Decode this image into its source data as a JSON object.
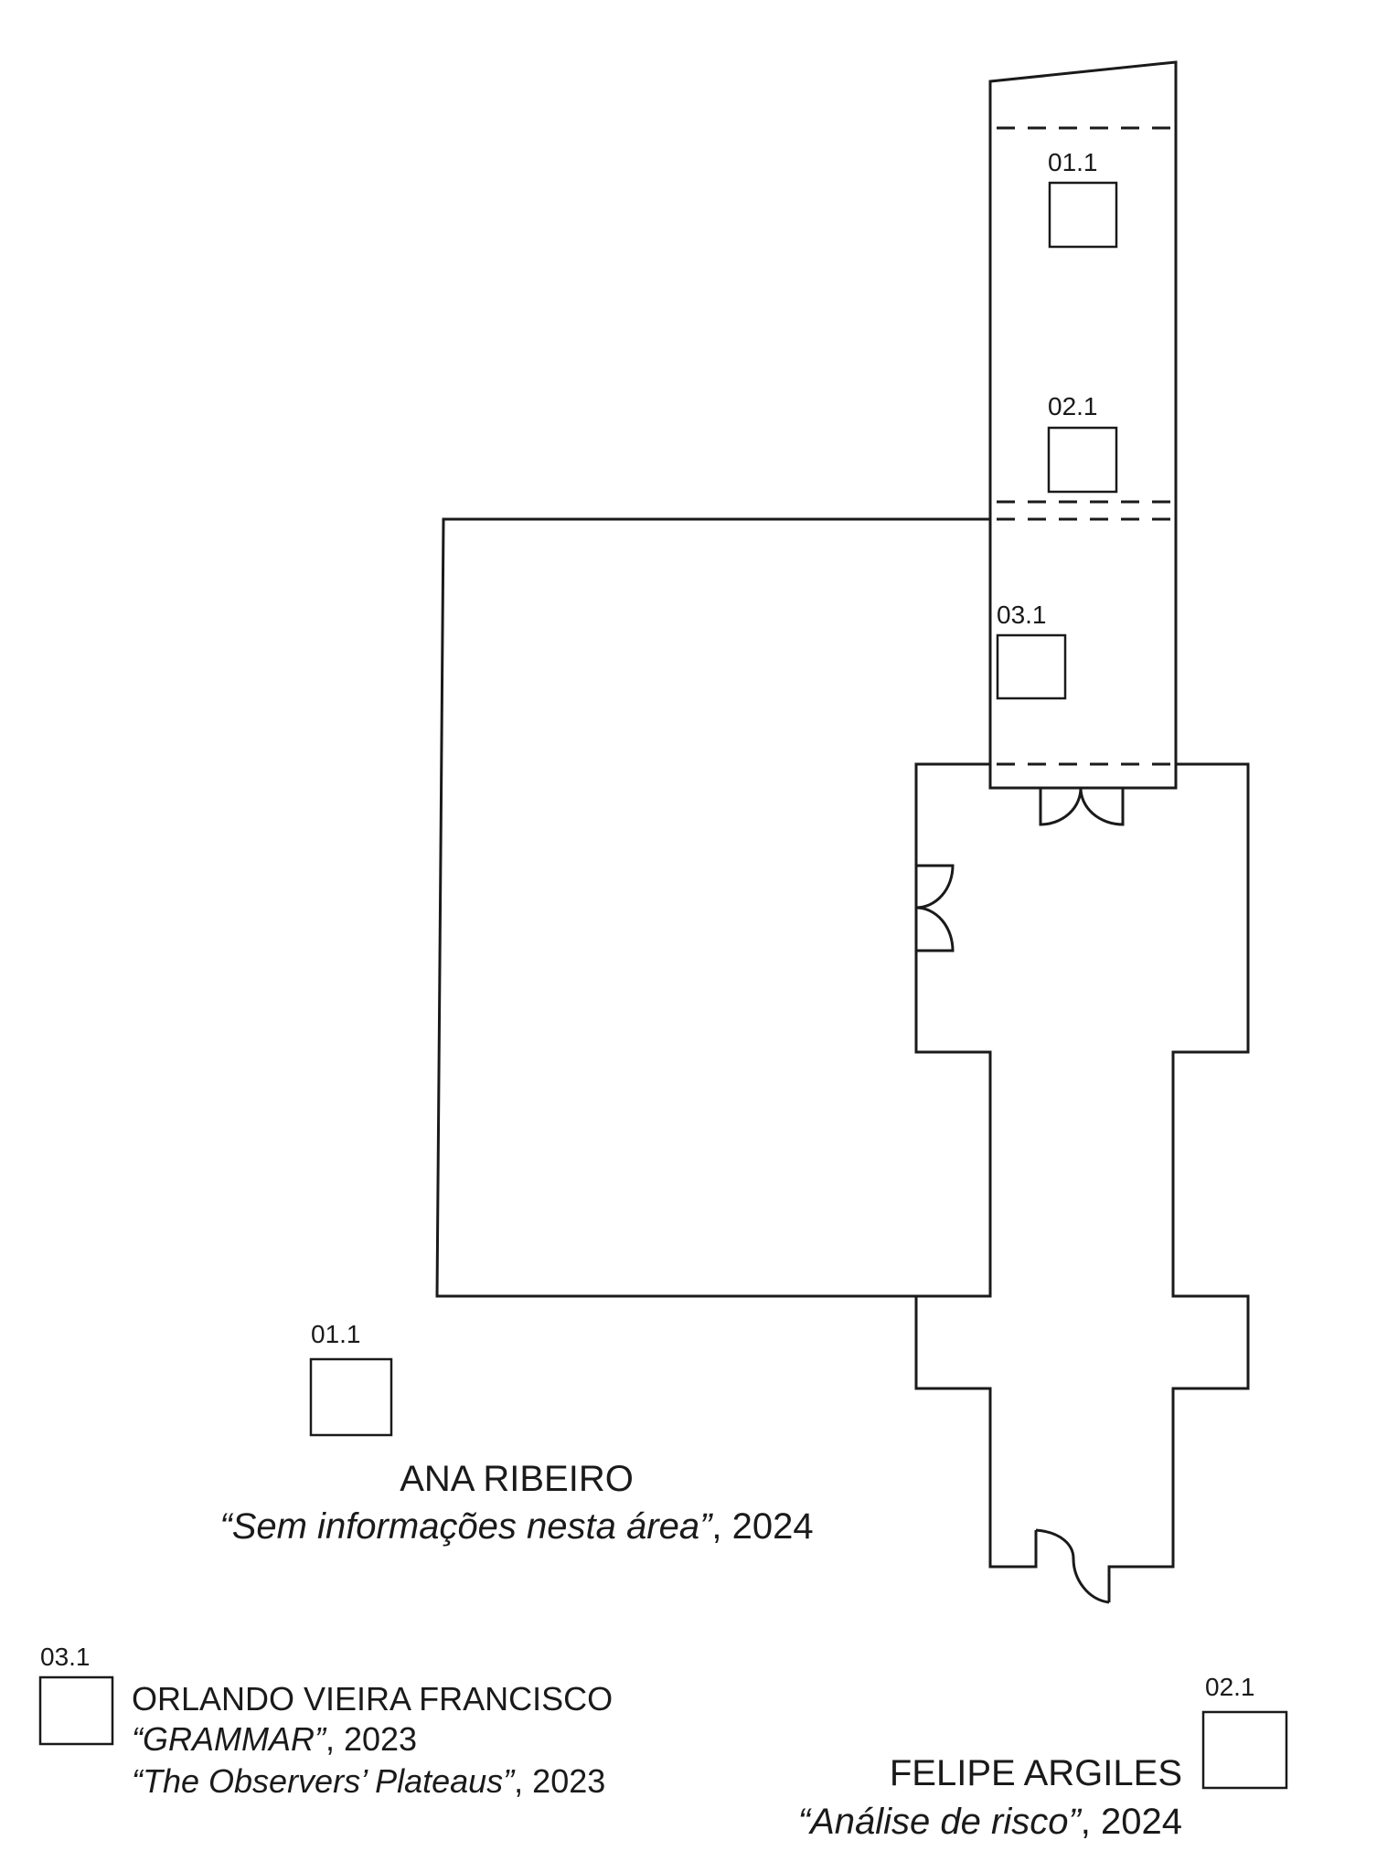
{
  "map_labels": {
    "col_01": "01.1",
    "col_02": "02.1",
    "col_03": "03.1"
  },
  "legend": {
    "ana": {
      "code": "01.1",
      "artist": "ANA RIBEIRO",
      "work_title": "“Sem informações nesta área”",
      "work_year": ", 2024"
    },
    "orlando": {
      "code": "03.1",
      "artist": "ORLANDO VIEIRA FRANCISCO",
      "work1_title": "“GRAMMAR”",
      "work1_year": ", 2023",
      "work2_title": "“The Observers’ Plateaus”",
      "work2_year": ", 2023"
    },
    "felipe": {
      "code": "02.1",
      "artist": "FELIPE ARGILES",
      "work_title": "“Análise de risco”",
      "work_year": ", 2024"
    }
  }
}
